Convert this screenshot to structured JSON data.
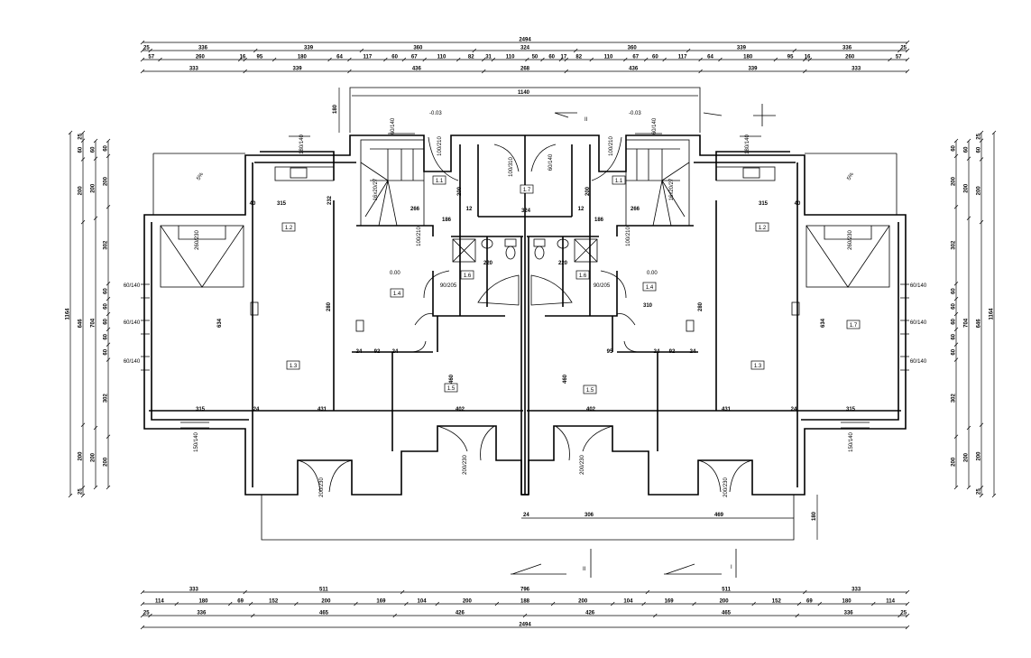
{
  "dimensions": {
    "top": [
      {
        "values": [
          2494
        ],
        "labels": [
          "2494"
        ]
      },
      {
        "values": [
          25,
          336,
          339,
          360,
          324,
          360,
          339,
          336,
          25
        ]
      },
      {
        "values": [
          57,
          260,
          16,
          95,
          180,
          64,
          117,
          60,
          67,
          110,
          82,
          31,
          110,
          50,
          60,
          17,
          82,
          110,
          67,
          60,
          117,
          64,
          180,
          95,
          16,
          260,
          57
        ]
      },
      {
        "values": [
          333,
          339,
          436,
          268,
          436,
          339,
          333
        ]
      }
    ],
    "bottom": [
      {
        "values": [
          333,
          511,
          796,
          511,
          333
        ]
      },
      {
        "values": [
          114,
          180,
          69,
          152,
          200,
          169,
          104,
          200,
          188,
          200,
          104,
          169,
          200,
          152,
          69,
          180,
          114
        ]
      },
      {
        "values": [
          25,
          336,
          465,
          426,
          426,
          465,
          336,
          25
        ]
      },
      {
        "values": [
          2494
        ]
      }
    ],
    "left": [
      {
        "values": [
          1164
        ]
      },
      {
        "values": [
          25,
          60,
          200,
          646,
          200,
          25
        ]
      },
      {
        "values": [
          60,
          200,
          704,
          200
        ]
      },
      {
        "values": [
          60,
          200,
          302,
          60,
          60,
          60,
          60,
          60,
          302,
          200
        ]
      }
    ],
    "right": [
      {
        "values": [
          60,
          200,
          302,
          60,
          60,
          60,
          60,
          60,
          302,
          200
        ]
      },
      {
        "values": [
          60,
          200,
          704,
          200
        ]
      },
      {
        "values": [
          25,
          60,
          200,
          646,
          200,
          25
        ]
      },
      {
        "values": [
          1164
        ]
      }
    ],
    "porch_width": "1140",
    "porch_depth": "180",
    "terrace_depth": "180",
    "terrace_chain": [
      "24",
      "306",
      "469"
    ]
  },
  "rooms": [
    {
      "id": "1.1"
    },
    {
      "id": "1.2"
    },
    {
      "id": "1.3"
    },
    {
      "id": "1.4"
    },
    {
      "id": "1.5"
    },
    {
      "id": "1.6"
    },
    {
      "id": "1.7"
    },
    {
      "id": "1.1"
    },
    {
      "id": "1.2"
    },
    {
      "id": "1.3"
    },
    {
      "id": "1.4"
    },
    {
      "id": "1.5"
    },
    {
      "id": "1.6"
    },
    {
      "id": "1.7"
    }
  ],
  "levels": {
    "entry_left": "-0.03",
    "entry_right": "-0.03",
    "floor_left": "0.00",
    "floor_right": "0.00"
  },
  "slope": {
    "left": "5%",
    "right": "5%"
  },
  "inner_dims": [
    "315",
    "232",
    "266",
    "186",
    "324",
    "186",
    "266",
    "315",
    "315",
    "431",
    "402",
    "402",
    "431",
    "315",
    "220",
    "220",
    "310",
    "95",
    "92",
    "92",
    "634",
    "634",
    "280",
    "460",
    "460",
    "280",
    "200",
    "200",
    "24",
    "24",
    "24",
    "24",
    "24",
    "24",
    "40",
    "40",
    "12",
    "12"
  ],
  "openings": {
    "window": "60/140",
    "door_entry": "100/210",
    "door_main": "100/310",
    "window_top": "60/140",
    "window_kitchen": "180/140",
    "garage_window": "260/230",
    "terrace_door": "200/230",
    "bottom_window": "150/140",
    "wc_door": "90/205",
    "stair": "16x20/27"
  },
  "section_marks": {
    "left": "II",
    "right": "I",
    "top": "II"
  }
}
